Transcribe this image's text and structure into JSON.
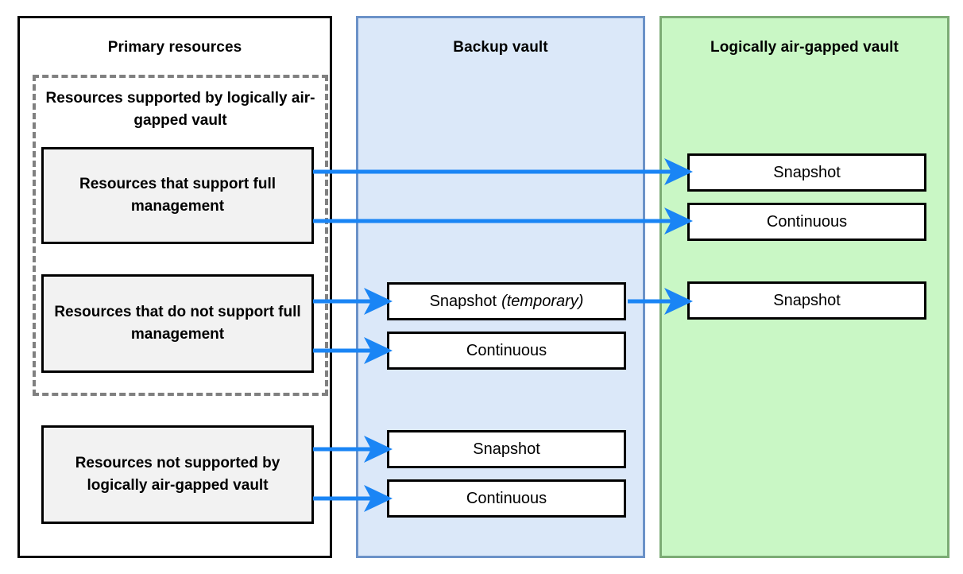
{
  "panels": {
    "primary": {
      "title": "Primary resources",
      "dashed_group_label": "Resources supported by logically air-gapped vault",
      "boxes": [
        {
          "label": "Resources that support full management"
        },
        {
          "label": "Resources that do not support full management"
        },
        {
          "label": "Resources not supported by logically air-gapped vault"
        }
      ]
    },
    "backup_vault": {
      "title": "Backup vault",
      "boxes": [
        {
          "label": "Snapshot",
          "qualifier": "(temporary)"
        },
        {
          "label": "Continuous",
          "qualifier": ""
        },
        {
          "label": "Snapshot",
          "qualifier": ""
        },
        {
          "label": "Continuous",
          "qualifier": ""
        }
      ]
    },
    "logically_air_gapped_vault": {
      "title": "Logically air-gapped vault",
      "boxes": [
        {
          "label": "Snapshot"
        },
        {
          "label": "Continuous"
        },
        {
          "label": "Snapshot"
        }
      ]
    }
  },
  "arrows": [
    {
      "name": "full-management-to-lag-snapshot",
      "from": "primary.box1",
      "to": "lag.snapshot"
    },
    {
      "name": "full-management-to-lag-continuous",
      "from": "primary.box1",
      "to": "lag.continuous"
    },
    {
      "name": "no-full-management-to-backup-snapshot-temporary",
      "from": "primary.box2",
      "to": "backup.snapshot-temporary"
    },
    {
      "name": "no-full-management-to-backup-continuous",
      "from": "primary.box2",
      "to": "backup.continuous"
    },
    {
      "name": "backup-snapshot-temporary-to-lag-snapshot",
      "from": "backup.snapshot-temporary",
      "to": "lag.snapshot2"
    },
    {
      "name": "not-supported-to-backup-snapshot",
      "from": "primary.box3",
      "to": "backup.snapshot"
    },
    {
      "name": "not-supported-to-backup-continuous",
      "from": "primary.box3",
      "to": "backup.continuous2"
    }
  ],
  "colors": {
    "arrow": "#1a85f5",
    "backup_panel_bg": "#dbe8f9",
    "backup_panel_border": "#6b92c8",
    "lag_panel_bg": "#c9f7c5",
    "lag_panel_border": "#7cac75",
    "primary_border": "#000000",
    "dashed_border": "#808080",
    "resource_box_bg": "#f2f2f2"
  }
}
